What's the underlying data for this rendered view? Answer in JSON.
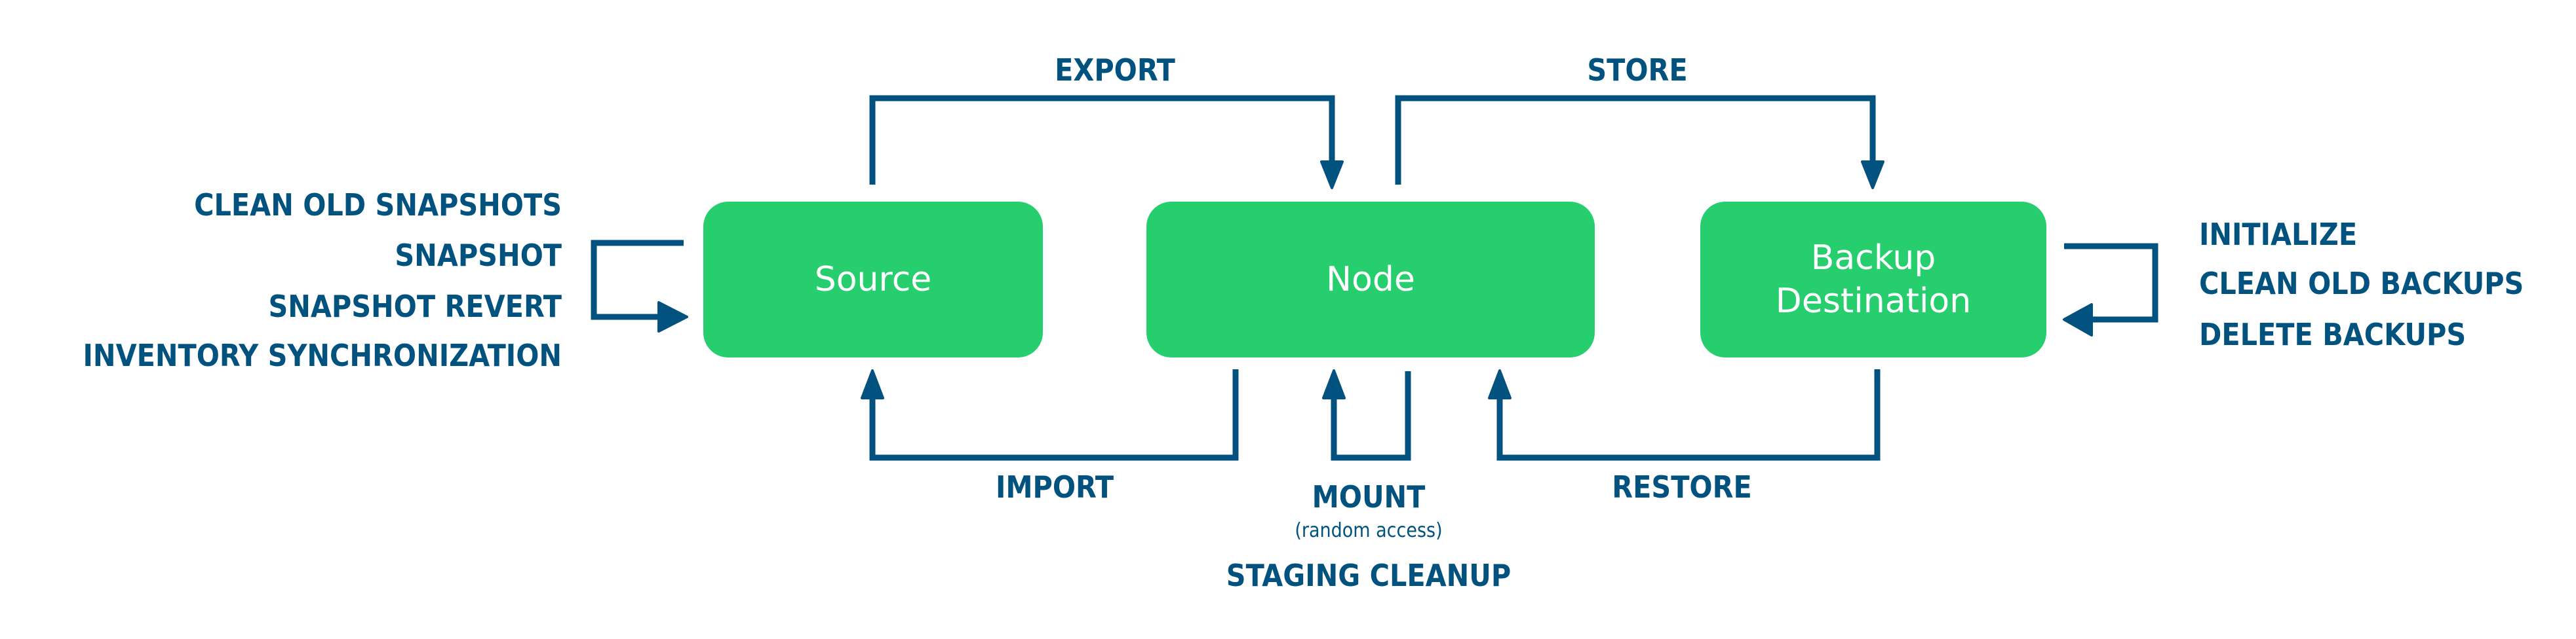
{
  "colors": {
    "node_fill": "#26ce6e",
    "node_text": "#ffffff",
    "arrow": "#02527f",
    "label": "#02527f",
    "background": "#ffffff"
  },
  "nodes": {
    "source": "Source",
    "node": "Node",
    "backup_line1": "Backup",
    "backup_line2": "Destination"
  },
  "edges": {
    "export": "EXPORT",
    "store": "STORE",
    "import": "IMPORT",
    "mount": "MOUNT",
    "mount_note": "(random access)",
    "staging_cleanup": "STAGING CLEANUP",
    "restore": "RESTORE"
  },
  "source_operations": [
    "CLEAN OLD SNAPSHOTS",
    "SNAPSHOT",
    "SNAPSHOT REVERT",
    "INVENTORY SYNCHRONIZATION"
  ],
  "backup_operations": [
    "INITIALIZE",
    "CLEAN OLD BACKUPS",
    "DELETE BACKUPS"
  ]
}
